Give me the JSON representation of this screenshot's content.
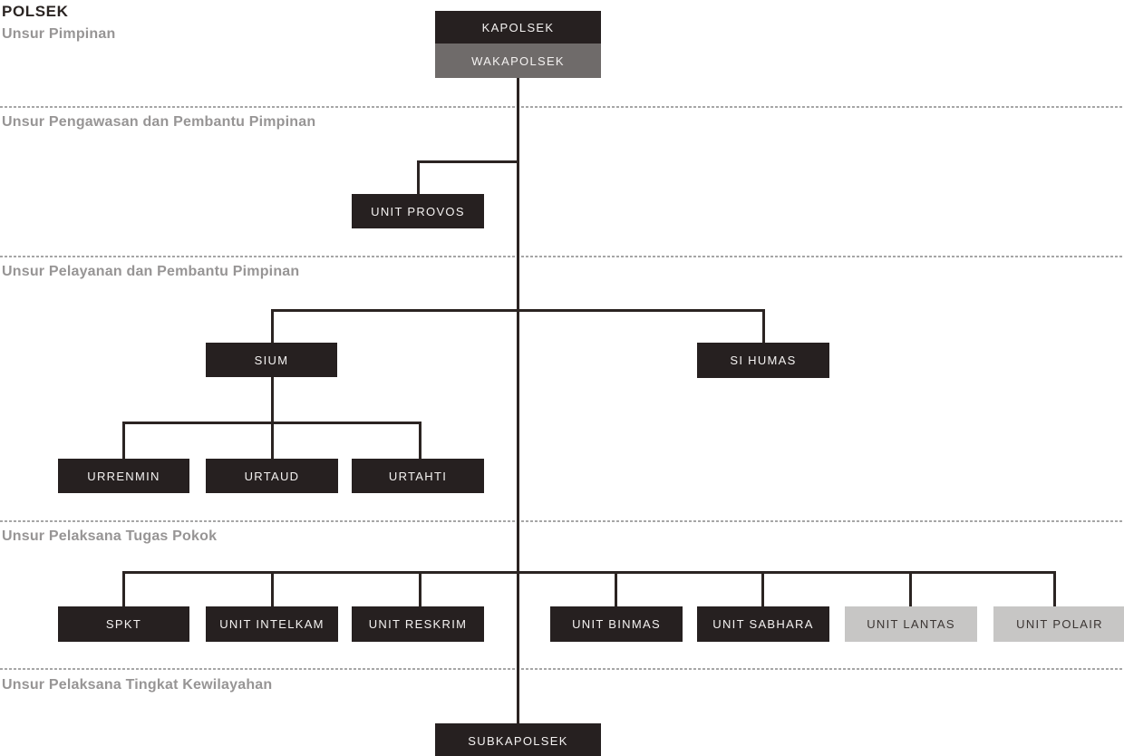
{
  "title": "POLSEK",
  "sections": [
    {
      "label": "Unsur Pimpinan"
    },
    {
      "label": "Unsur Pengawasan dan Pembantu Pimpinan"
    },
    {
      "label": "Unsur Pelayanan dan Pembantu Pimpinan"
    },
    {
      "label": "Unsur Pelaksana Tugas Pokok"
    },
    {
      "label": "Unsur Pelaksana Tingkat Kewilayahan"
    }
  ],
  "nodes": {
    "kapolsek": {
      "label": "KAPOLSEK"
    },
    "wakapolsek": {
      "label": "WAKAPOLSEK"
    },
    "unit_provos": {
      "label": "UNIT PROVOS"
    },
    "sium": {
      "label": "SIUM"
    },
    "si_humas": {
      "label": "SI HUMAS"
    },
    "urrenmin": {
      "label": "URRENMIN"
    },
    "urtaud": {
      "label": "URTAUD"
    },
    "urtahti": {
      "label": "URTAHTI"
    },
    "spkt": {
      "label": "SPKT"
    },
    "unit_intelkam": {
      "label": "UNIT INTELKAM"
    },
    "unit_reskrim": {
      "label": "UNIT RESKRIM"
    },
    "unit_binmas": {
      "label": "UNIT BINMAS"
    },
    "unit_sabhara": {
      "label": "UNIT SABHARA"
    },
    "unit_lantas": {
      "label": "UNIT LANTAS"
    },
    "unit_polair": {
      "label": "UNIT POLAIR"
    },
    "subkapolsek": {
      "label": "SUBKAPOLSEK"
    }
  },
  "colors": {
    "node_dark": "#262020",
    "node_mid_gray": "#6f6b6a",
    "node_light_gray": "#c7c6c5",
    "node_light_text": "#3b3533",
    "connector_line": "#2b2422",
    "divider_dashed": "#a6a6a6",
    "section_label_text": "#979595",
    "title_text": "#2b2523"
  }
}
